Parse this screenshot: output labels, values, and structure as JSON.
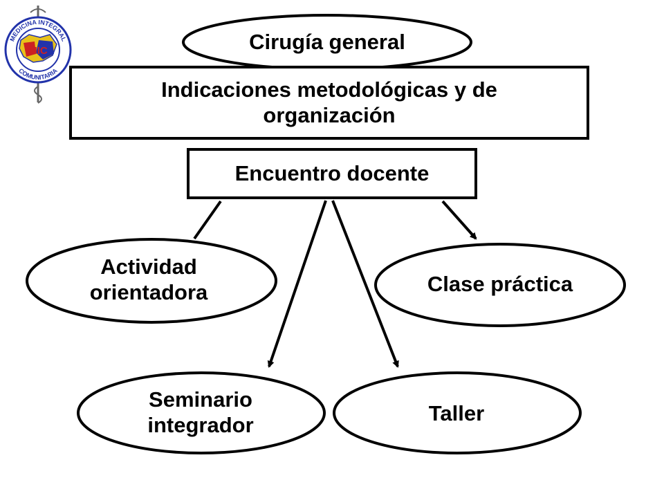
{
  "title": "Cirugía general",
  "subtitle": "Indicaciones metodológicas y de organización",
  "center": "Encuentro docente",
  "nodes": {
    "actividad": "Actividad orientadora",
    "clase": "Clase práctica",
    "seminario": "Seminario integrador",
    "taller": "Taller"
  },
  "logo": {
    "top_text": "MEDICINA INTEGRAL",
    "bottom_text": "COMUNITARIA",
    "initials": "MIC"
  },
  "colors": {
    "stroke": "#000000",
    "fill": "#ffffff",
    "text": "#000000",
    "logo_red": "#cc2222",
    "logo_blue": "#2233aa",
    "logo_yellow": "#e8c21a"
  }
}
